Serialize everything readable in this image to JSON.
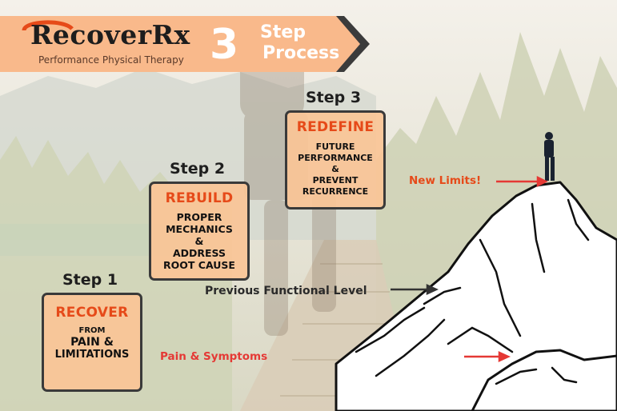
{
  "brand": {
    "name": "RecoverRx",
    "tagline": "Performance Physical Therapy",
    "step_number": "3",
    "process_line1": "Step",
    "process_line2": "Process"
  },
  "steps": [
    {
      "title": "Step 1",
      "heading": "RECOVER",
      "lines": [
        "FROM",
        "PAIN &",
        "LIMITATIONS"
      ]
    },
    {
      "title": "Step 2",
      "heading": "REBUILD",
      "lines": [
        "PROPER",
        "MECHANICS",
        "&",
        "ADDRESS",
        "ROOT CAUSE"
      ]
    },
    {
      "title": "Step 3",
      "heading": "REDEFINE",
      "lines": [
        "FUTURE",
        "PERFORMANCE",
        "&",
        "PREVENT",
        "RECURRENCE"
      ]
    }
  ],
  "annotations": {
    "new_limits": "New Limits!",
    "previous_level": "Previous Functional Level",
    "pain": "Pain & Symptoms"
  },
  "colors": {
    "accent_orange": "#e64a19",
    "banner_peach": "#f9b98b",
    "card_fill": "#fac496",
    "dark_chevron": "#3b3b3b",
    "red_arrow": "#e53935"
  }
}
